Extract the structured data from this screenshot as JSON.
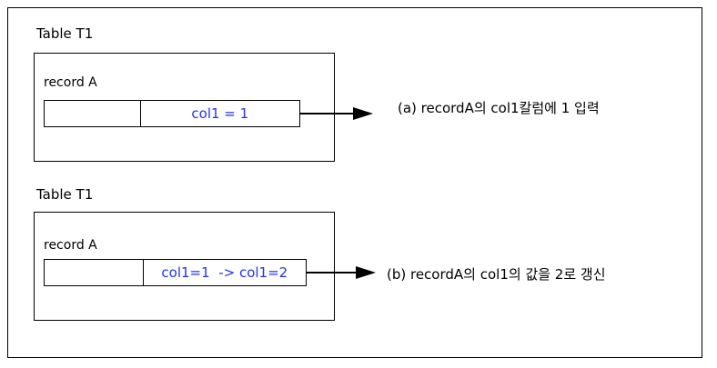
{
  "diagram": {
    "frame": {
      "border_color": "#000000"
    },
    "accent_color": "#2233ee",
    "groups": [
      {
        "id": "a",
        "table_label": "Table T1",
        "record_label": "record A",
        "cell_left_value": "",
        "cell_right_value": "col1 = 1",
        "caption": "(a) recordA의 col1칼럼에 1 입력"
      },
      {
        "id": "b",
        "table_label": "Table T1",
        "record_label": "record A",
        "cell_left_value": "",
        "cell_right_value": "col1=1  -> col1=2",
        "caption": "(b) recordA의 col1의 값을 2로 갱신"
      }
    ]
  }
}
